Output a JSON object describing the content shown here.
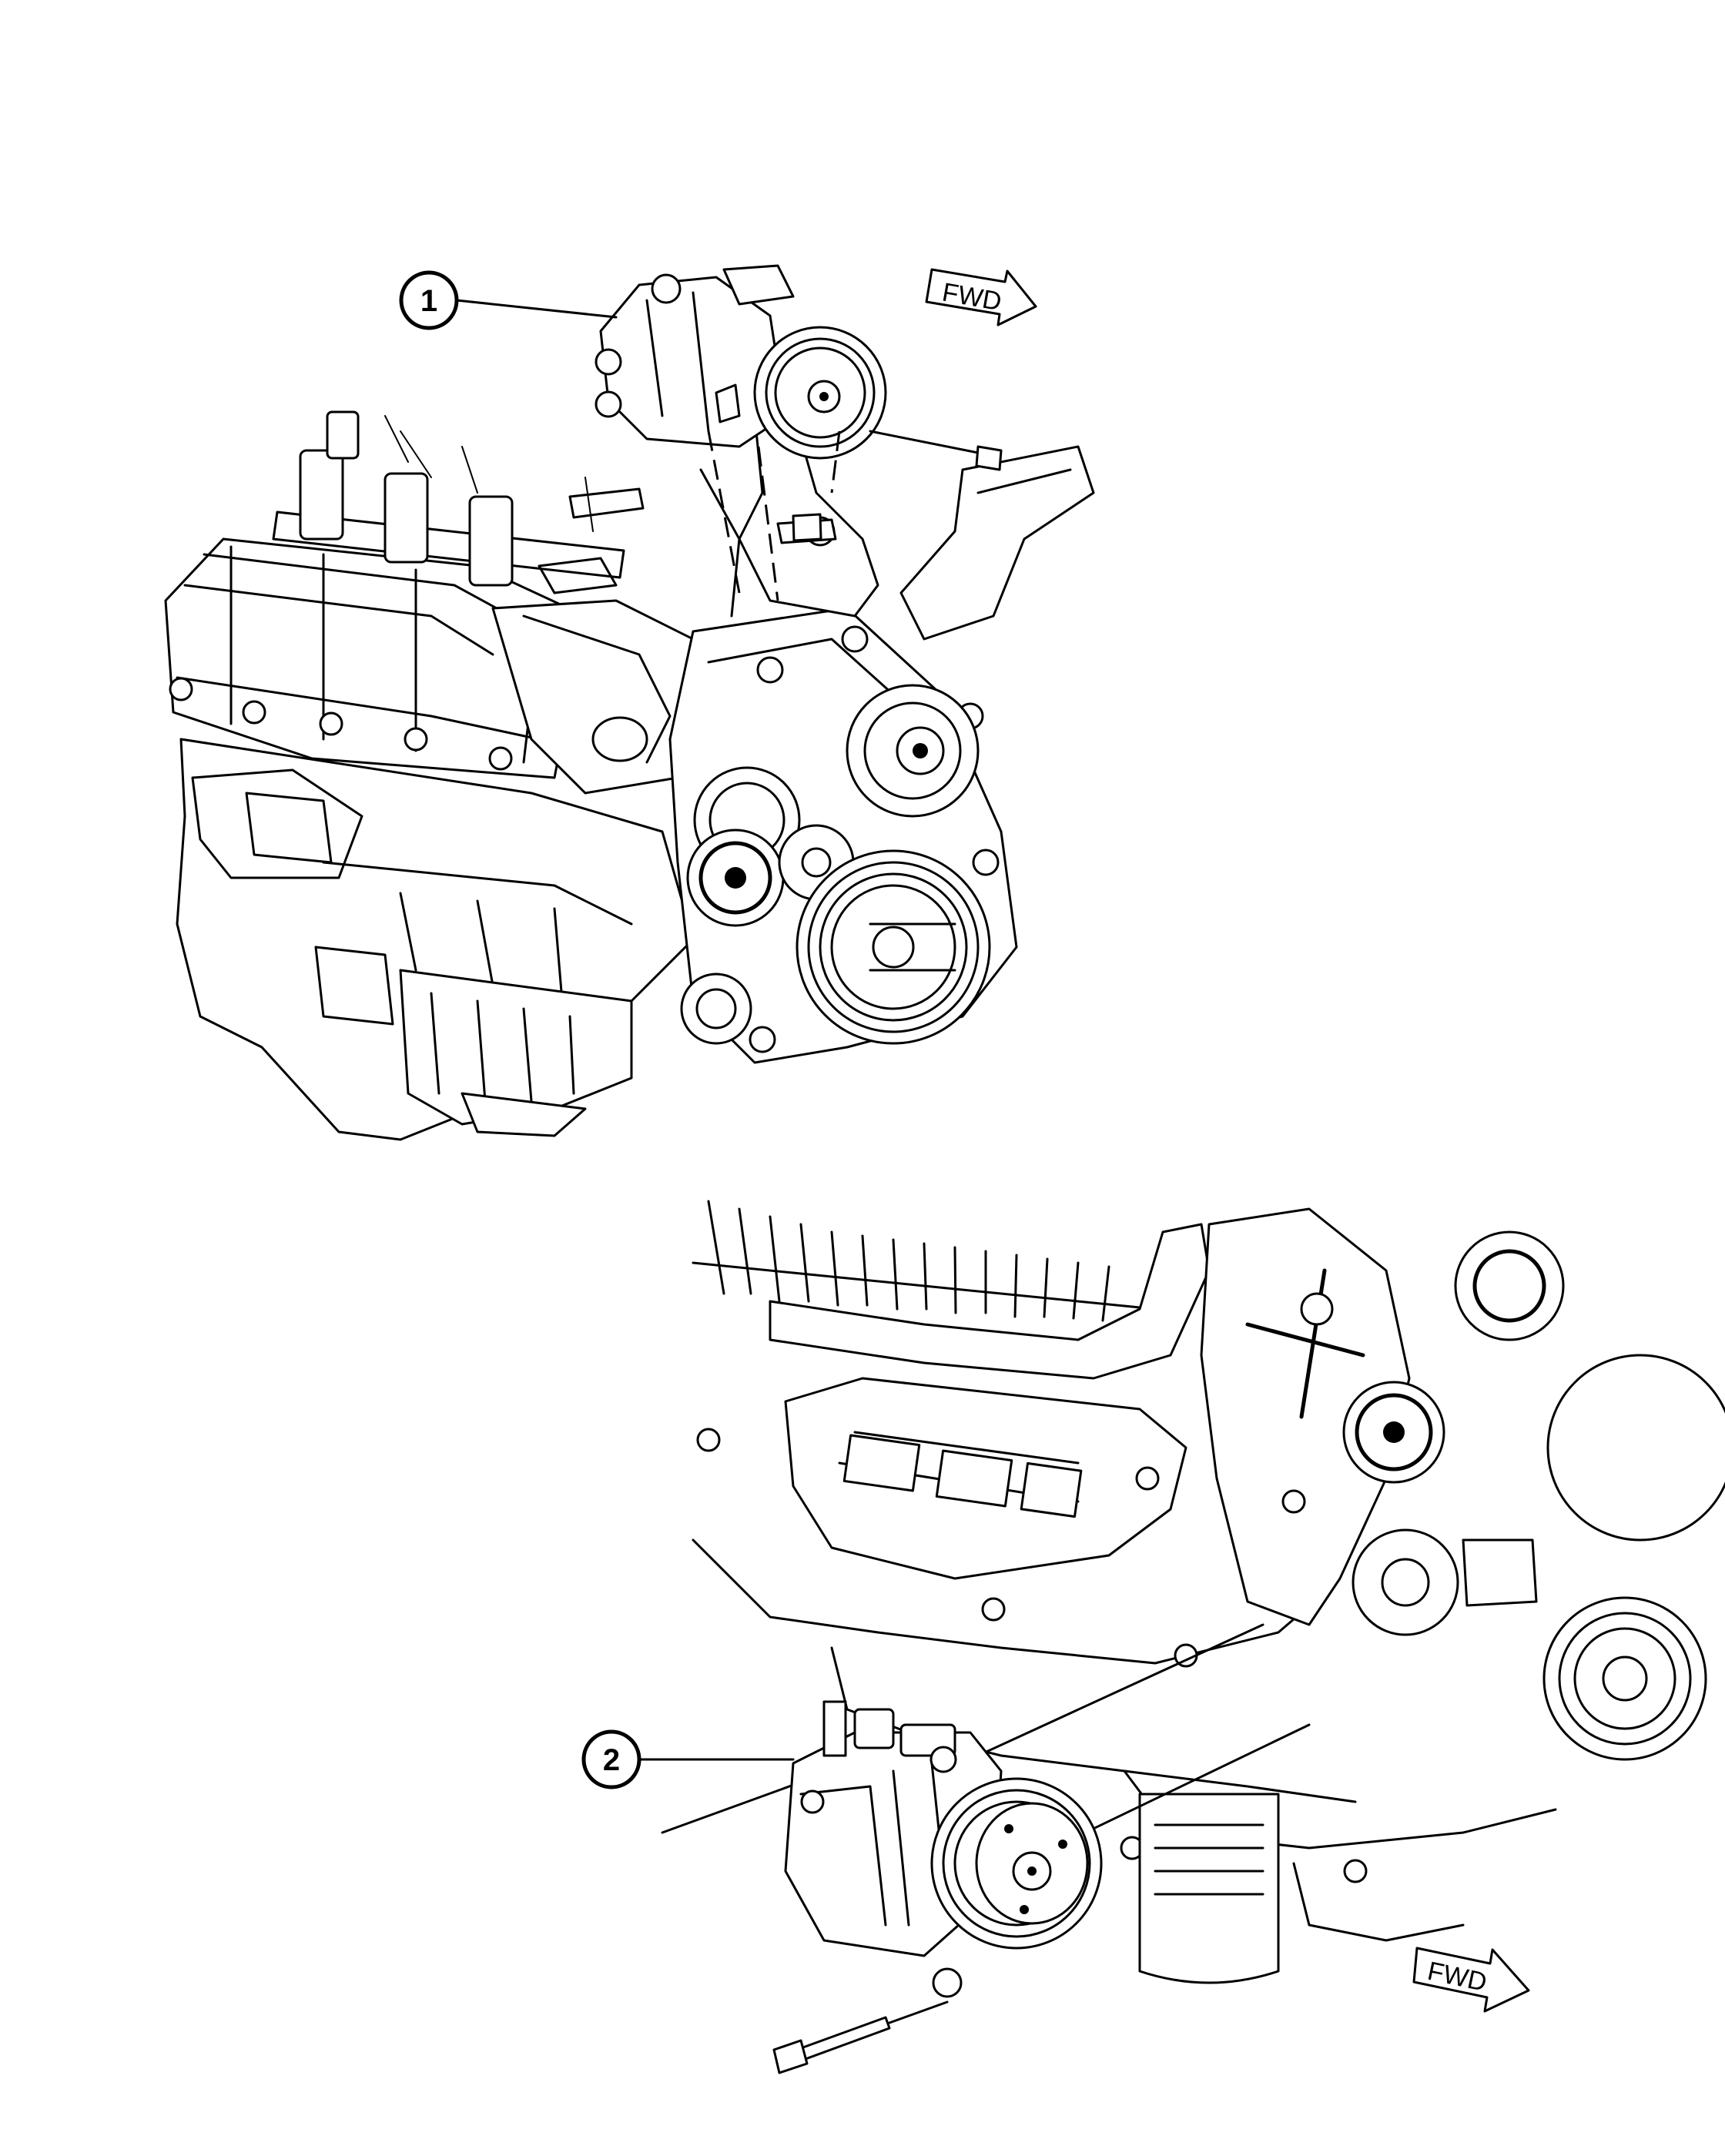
{
  "callouts": [
    {
      "number": "1"
    },
    {
      "number": "2"
    }
  ],
  "direction_arrows": [
    {
      "label": "FWD"
    },
    {
      "label": "FWD"
    }
  ]
}
